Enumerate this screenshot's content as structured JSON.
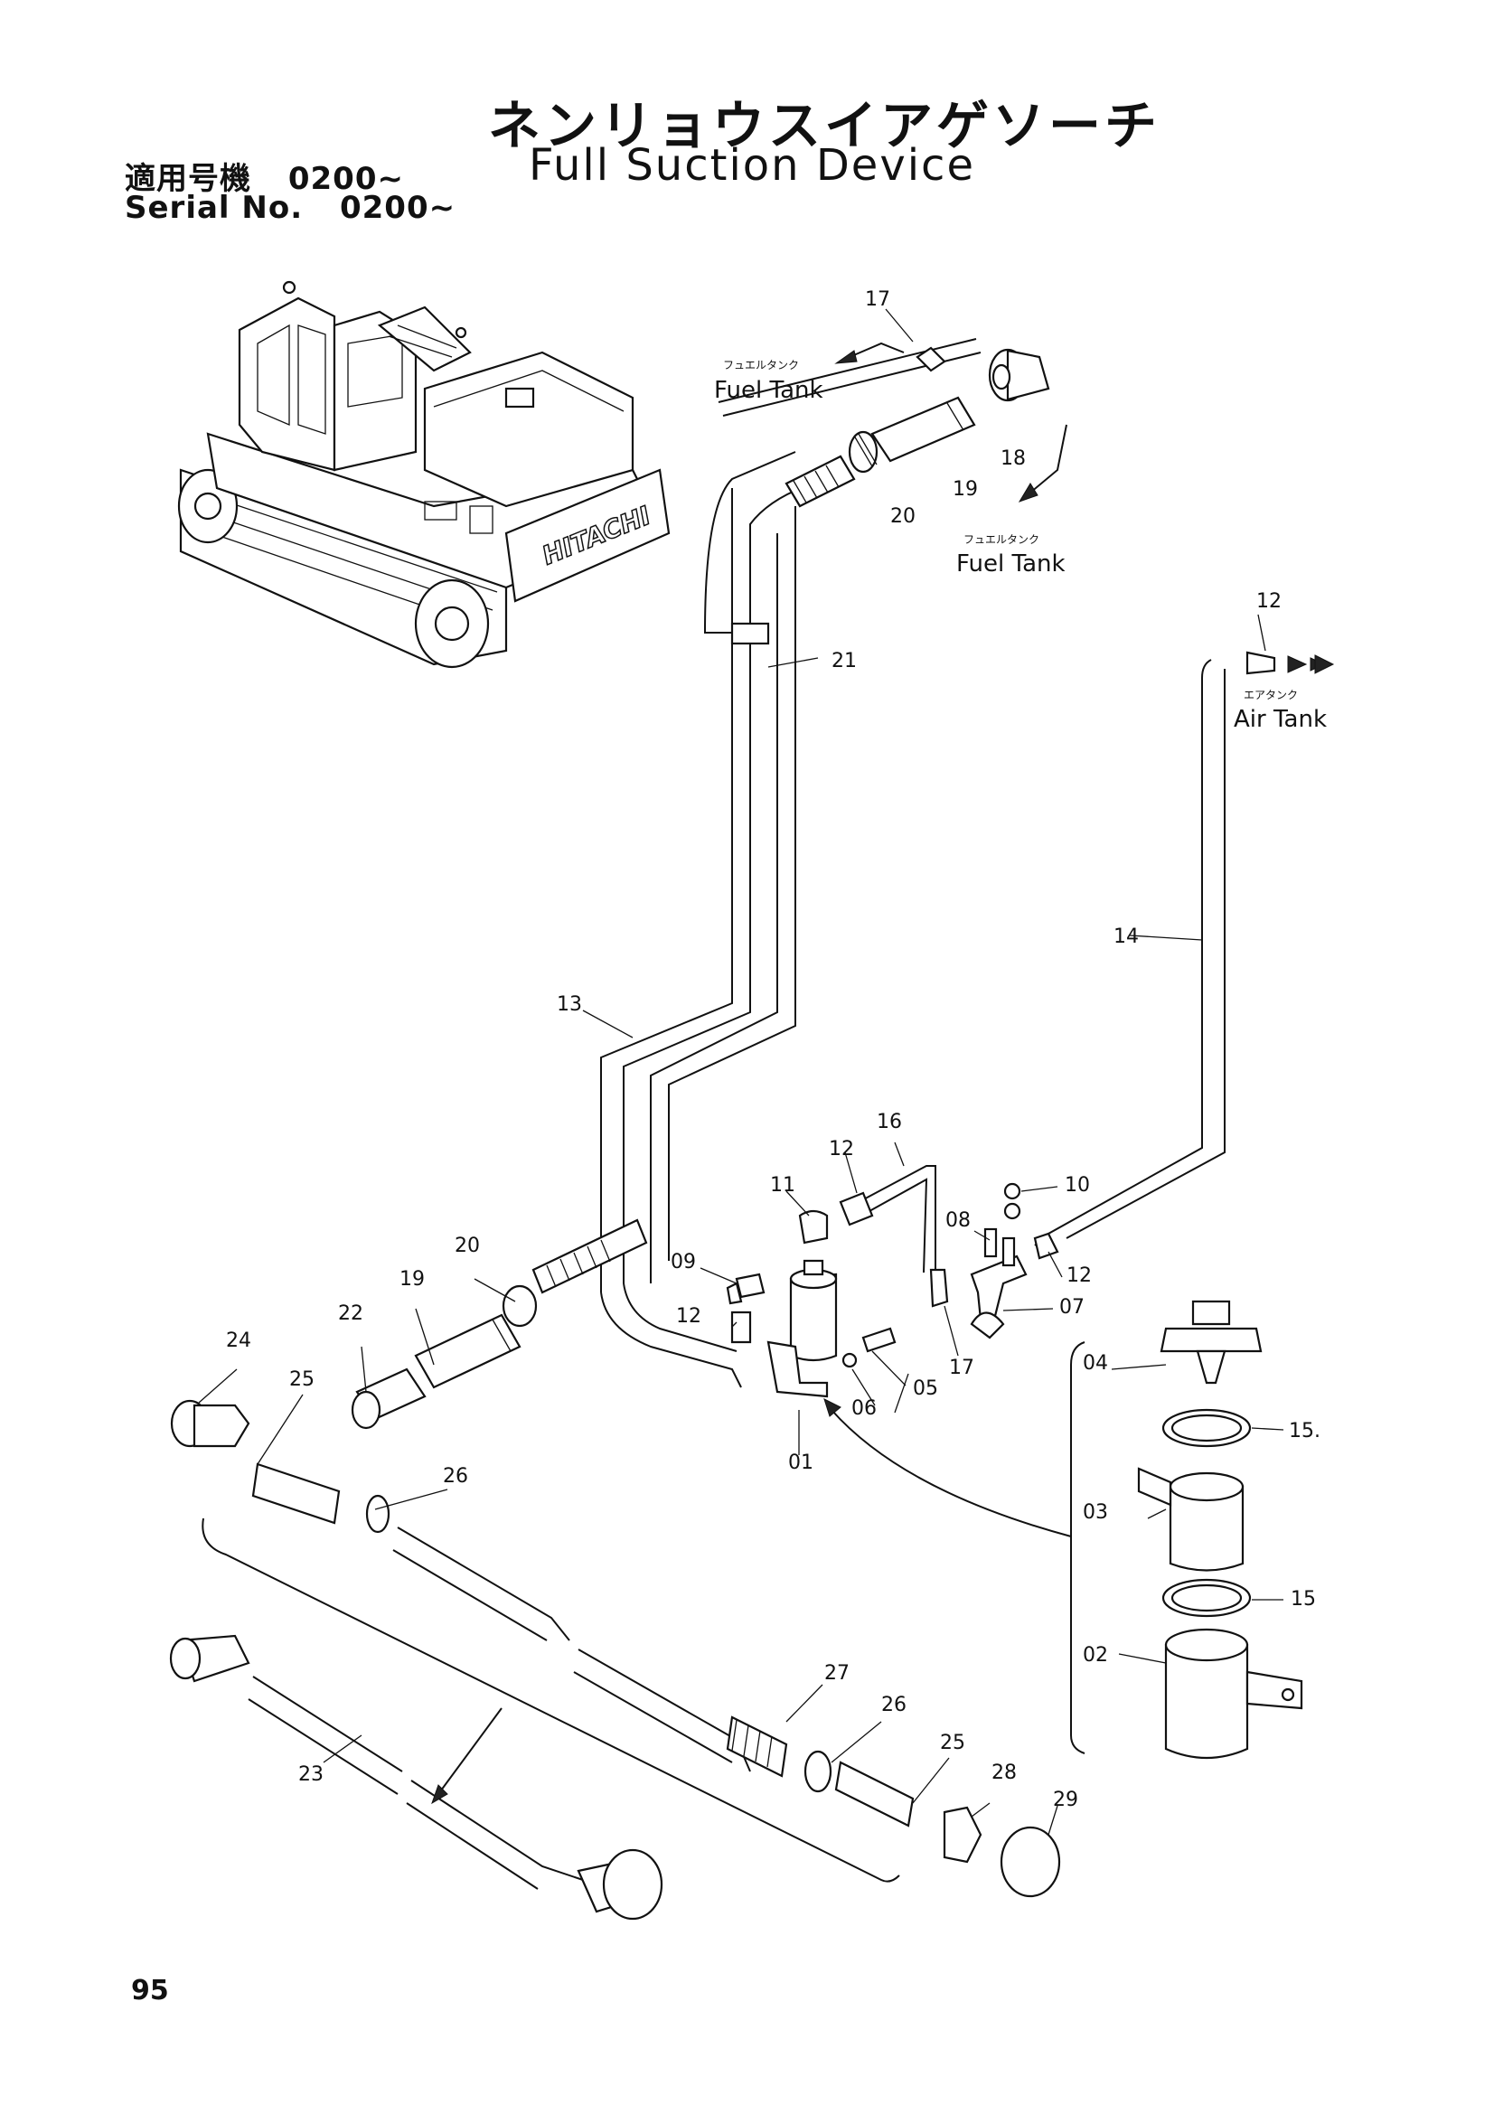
{
  "title_jp": "ネンリョウスイアゲソーチ",
  "title_en": "Full Suction Device",
  "serial": {
    "label_jp": "適用号機",
    "value_jp": "0200~",
    "label_en": "Serial No.",
    "value_en": "0200~"
  },
  "page_number": "95",
  "brand_text": "HITACHI",
  "destinations": {
    "fuel_tank_top": {
      "jp": "フュエルタンク",
      "en": "Fuel Tank"
    },
    "fuel_tank_right": {
      "jp": "フュエルタンク",
      "en": "Fuel Tank"
    },
    "air_tank": {
      "jp": "エアタンク",
      "en": "Air Tank"
    }
  },
  "part_labels": [
    "17",
    "18",
    "19",
    "20",
    "21",
    "12",
    "14",
    "13",
    "16",
    "12",
    "11",
    "10",
    "08",
    "09",
    "12",
    "07",
    "20",
    "19",
    "22",
    "12",
    "17",
    "05",
    "06",
    "24",
    "25",
    "01",
    "04",
    "15.",
    "26",
    "03",
    "15",
    "02",
    "27",
    "26",
    "25",
    "28",
    "29",
    "23"
  ]
}
